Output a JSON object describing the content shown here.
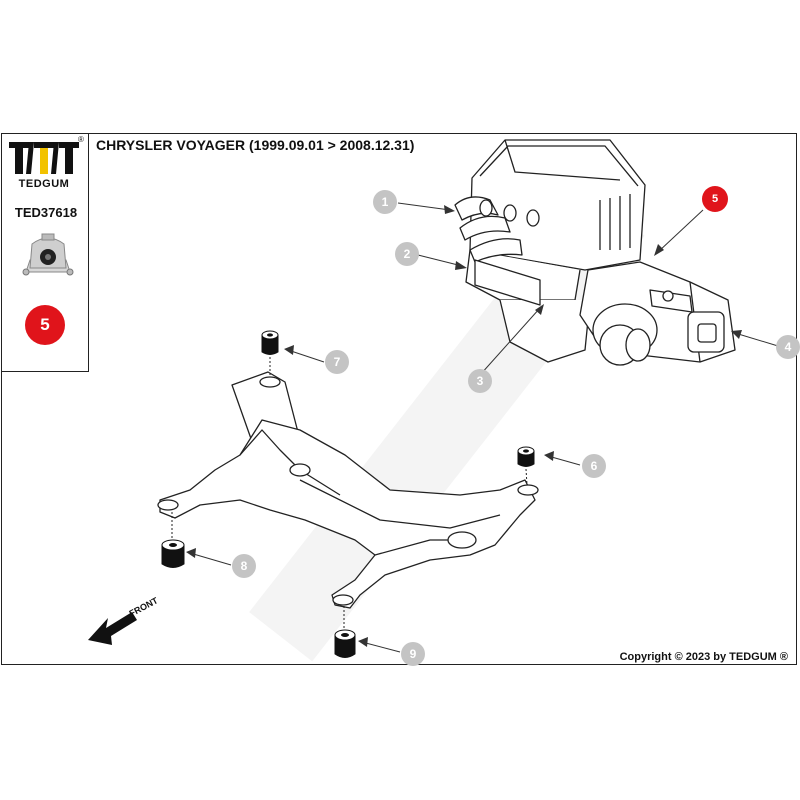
{
  "brand": {
    "name": "TEDGUM",
    "logo_icon": "tedgum-logo-icon"
  },
  "part": {
    "code": "TED37618",
    "position_number": "5",
    "thumbnail_icon": "engine-mount-thumbnail"
  },
  "vehicle": {
    "title": "CHRYSLER VOYAGER  (1999.09.01 > 2008.12.31)"
  },
  "callouts": [
    {
      "number": "1"
    },
    {
      "number": "2"
    },
    {
      "number": "3"
    },
    {
      "number": "4"
    },
    {
      "number": "5"
    },
    {
      "number": "6"
    },
    {
      "number": "7"
    },
    {
      "number": "8"
    },
    {
      "number": "9"
    }
  ],
  "front_label": "FRONT",
  "copyright": "Copyright © 2023 by TEDGUM ®",
  "colors": {
    "highlight": "#e0141b",
    "callout": "#c4c4c4",
    "line": "#222222",
    "watermark": "#eeeeee",
    "logo_yellow": "#f2c200"
  }
}
